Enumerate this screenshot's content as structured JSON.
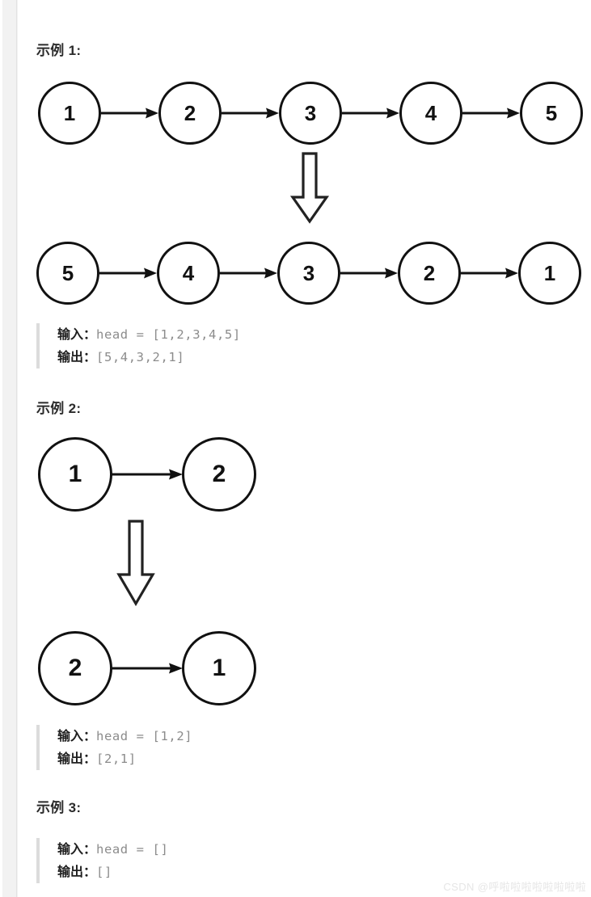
{
  "page": {
    "background": "#ffffff",
    "gutter_color": "#f2f2f2",
    "node_stroke": "#111111",
    "code_color": "#8c8c8c",
    "label_color": "#1f1f1f",
    "quote_bar_color": "#dcdcdc",
    "watermark_color": "#e6e6e6"
  },
  "examples": [
    {
      "heading": "示例 1:",
      "before_nodes": [
        "1",
        "2",
        "3",
        "4",
        "5"
      ],
      "after_nodes": [
        "5",
        "4",
        "3",
        "2",
        "1"
      ],
      "io": {
        "input_label": "输入：",
        "input_code": "head = [1,2,3,4,5]",
        "output_label": "输出：",
        "output_code": "[5,4,3,2,1]"
      }
    },
    {
      "heading": "示例 2:",
      "before_nodes": [
        "1",
        "2"
      ],
      "after_nodes": [
        "2",
        "1"
      ],
      "io": {
        "input_label": "输入：",
        "input_code": "head = [1,2]",
        "output_label": "输出：",
        "output_code": "[2,1]"
      }
    },
    {
      "heading": "示例 3:",
      "before_nodes": [],
      "after_nodes": [],
      "io": {
        "input_label": "输入：",
        "input_code": "head = []",
        "output_label": "输出：",
        "output_code": "[]"
      }
    }
  ],
  "watermark": "CSDN @呼啦啦啦啦啦啦啦啦"
}
